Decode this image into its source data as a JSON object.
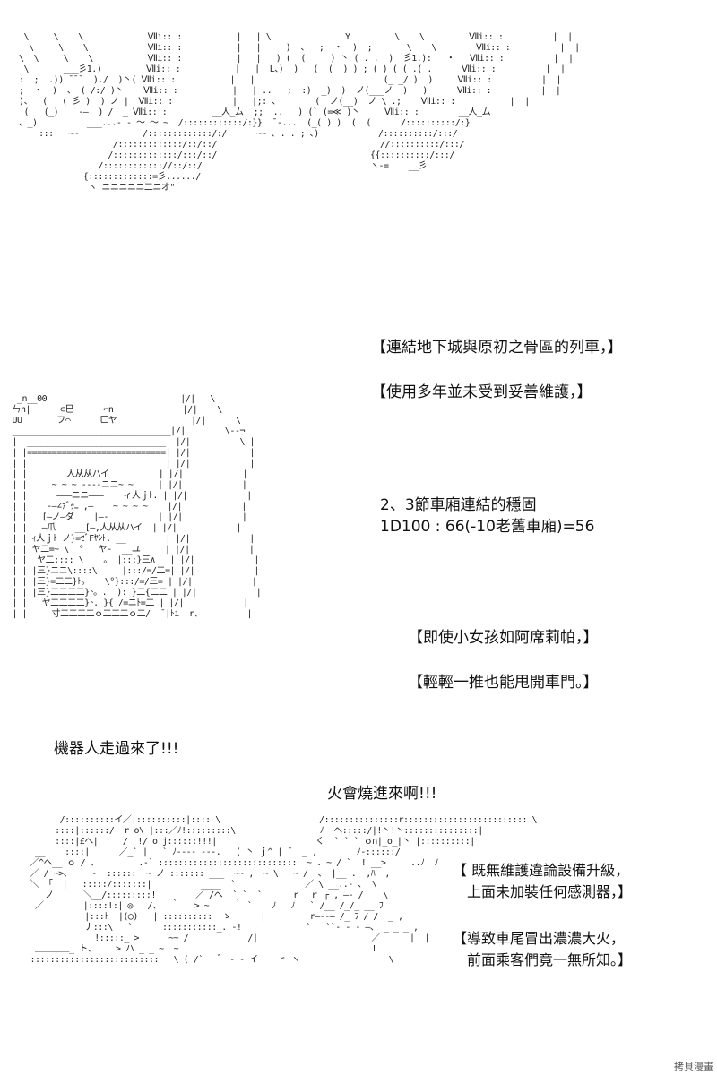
{
  "panel1": {
    "caption": "【連結地下城與原初之骨區的列車，】"
  },
  "panel2": {
    "caption": "【使用多年並未受到妥善維護，】",
    "check_label": "2、3節車廂連結的穩固",
    "check_roll": "1D100 : 66(-10老舊車廂)=56",
    "caption2": "【即使小女孩如阿席莉帕，】",
    "caption3": "【輕輕一推也能甩開車門。】"
  },
  "panel3": {
    "line1": "機器人走過來了!!!",
    "line2": "火會燒進來啊!!!",
    "caption1_a": "【 既無維護違論設備升級，",
    "caption1_b": "上面未加裝任何感測器，】",
    "caption2_a": "【導致車尾冒出濃濃大火，",
    "caption2_b": "前面乘客們竟一無所知。】"
  },
  "credit": "拷貝漫畫"
}
